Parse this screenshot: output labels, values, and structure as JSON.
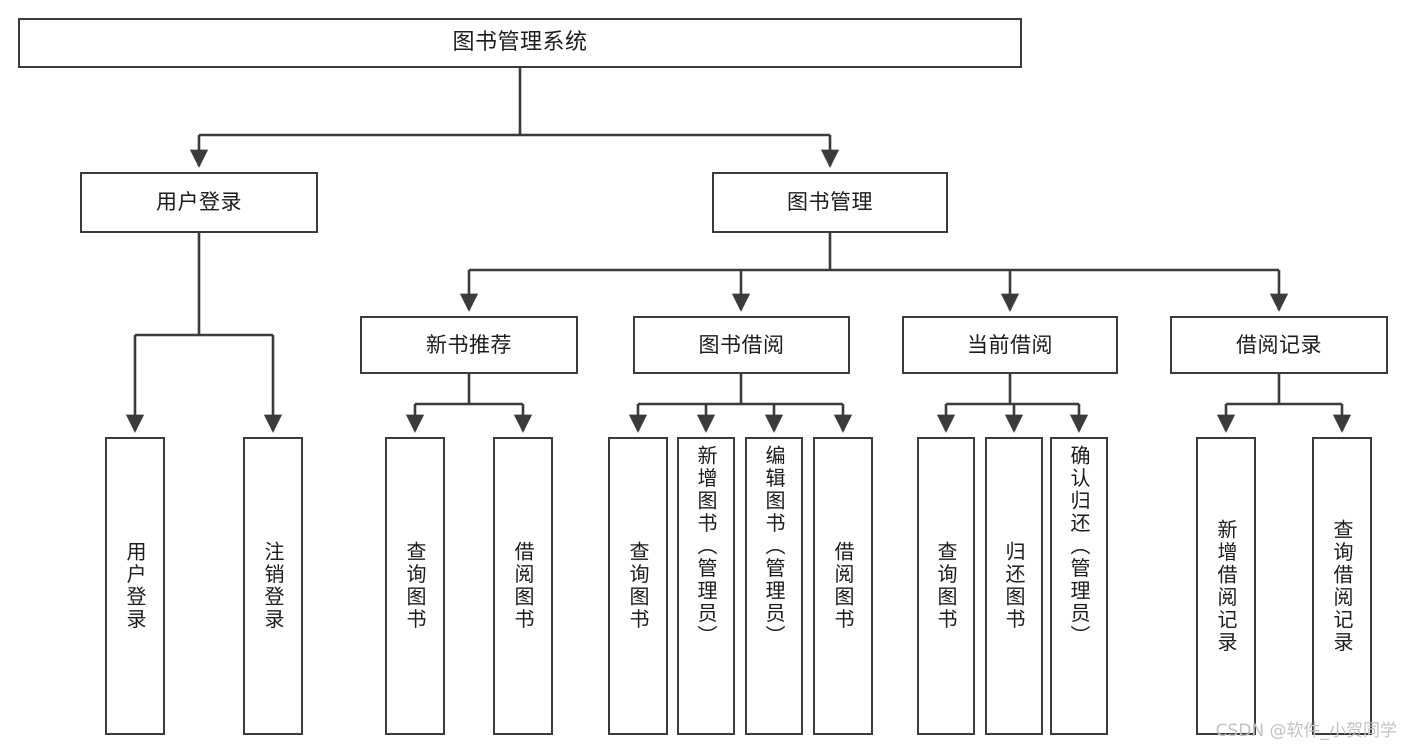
{
  "diagram": {
    "type": "tree",
    "title": "图书管理系统",
    "style": {
      "box_fill": "#ffffff",
      "box_border": "#3b3b3b",
      "text_color": "#1b1b1b",
      "connector_color": "#3b3b3b",
      "background": "#ffffff"
    },
    "root": {
      "label": "图书管理系统"
    },
    "level2": [
      {
        "label": "用户登录"
      },
      {
        "label": "图书管理"
      }
    ],
    "level3": [
      {
        "label": "新书推荐"
      },
      {
        "label": "图书借阅"
      },
      {
        "label": "当前借阅"
      },
      {
        "label": "借阅记录"
      }
    ],
    "leaves": {
      "user_login": [
        {
          "label": "用户登录"
        },
        {
          "label": "注销登录"
        }
      ],
      "new_book_recommend": [
        {
          "label": "查询图书"
        },
        {
          "label": "借阅图书"
        }
      ],
      "book_borrow": [
        {
          "label": "查询图书"
        },
        {
          "label": "新增图书（管理员）"
        },
        {
          "label": "编辑图书（管理员）"
        },
        {
          "label": "借阅图书"
        }
      ],
      "current_borrow": [
        {
          "label": "查询图书"
        },
        {
          "label": "归还图书"
        },
        {
          "label": "确认归还（管理员）"
        }
      ],
      "borrow_record": [
        {
          "label": "新增借阅记录"
        },
        {
          "label": "查询借阅记录"
        }
      ]
    }
  },
  "watermark": {
    "text": "CSDN @软件_小贺同学"
  }
}
